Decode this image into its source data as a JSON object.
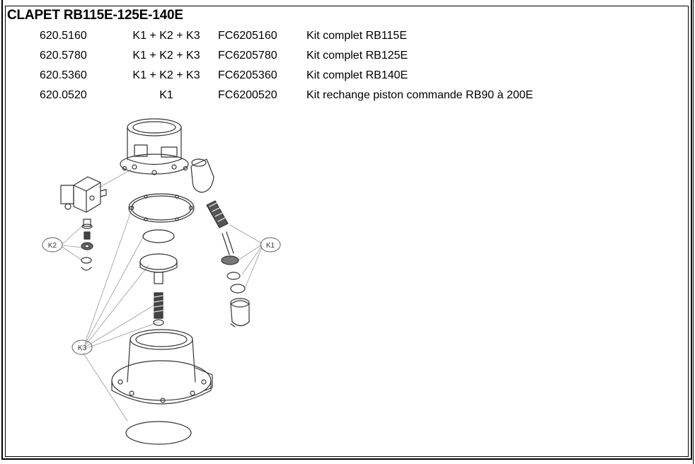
{
  "title": "CLAPET RB115E-125E-140E",
  "rows": [
    {
      "code": "620.5160",
      "kit": "K1 + K2 + K3",
      "ref": "FC6205160",
      "desc": "Kit complet RB115E"
    },
    {
      "code": "620.5780",
      "kit": "K1 + K2 + K3",
      "ref": "FC6205780",
      "desc": "Kit complet RB125E"
    },
    {
      "code": "620.5360",
      "kit": "K1 + K2 + K3",
      "ref": "FC6205360",
      "desc": "Kit complet RB140E"
    },
    {
      "code": "620.0520",
      "kit": "K1",
      "ref": "FC6200520",
      "desc": "Kit rechange piston commande RB90 à 200E"
    }
  ],
  "drawing": {
    "callouts": {
      "k1": "K1",
      "k2": "K2",
      "k3": "K3"
    }
  }
}
